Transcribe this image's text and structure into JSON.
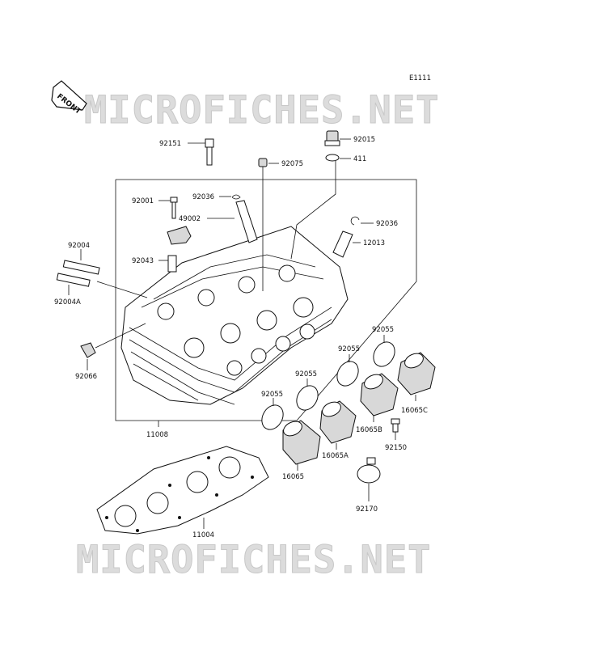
{
  "diagram_code": "E1111",
  "front_label": "FRONT",
  "watermark": "MICROFICHES.NET",
  "callouts": {
    "p92151": "92151",
    "p92015": "92015",
    "p92075": "92075",
    "p411": "411",
    "p92036a": "92036",
    "p92036b": "92036",
    "p92001": "92001",
    "p49002": "49002",
    "p12013": "12013",
    "p92004": "92004",
    "p92004A": "92004A",
    "p92043": "92043",
    "p92066": "92066",
    "p92055a": "92055",
    "p92055b": "92055",
    "p92055c": "92055",
    "p92055d": "92055",
    "p16065": "16065",
    "p16065A": "16065A",
    "p16065B": "16065B",
    "p16065C": "16065C",
    "p92150": "92150",
    "p92170": "92170",
    "p11008": "11008",
    "p11004": "11004"
  }
}
